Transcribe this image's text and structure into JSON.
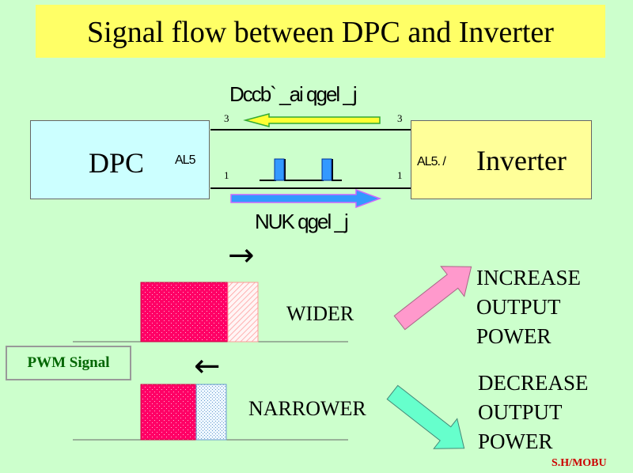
{
  "title": "Signal flow between DPC and Inverter",
  "dpc": {
    "label": "DPC",
    "pin": "AL5"
  },
  "inverter": {
    "label": "Inverter",
    "pin": "AL5. /"
  },
  "lines": {
    "top_left_num": "3",
    "top_right_num": "3",
    "bottom_left_num": "1",
    "bottom_right_num": "1"
  },
  "top_signal_label": "Dccb` _ai  qgel _j",
  "bottom_signal_label": "NUK  qgel _j",
  "wider": {
    "arrow": "→",
    "label": "WIDER",
    "result": "INCREASE\nOUTPUT\nPOWER"
  },
  "narrower": {
    "arrow": "←",
    "label": "NARROWER",
    "result": "DECREASE\nOUTPUT\nPOWER"
  },
  "pwm_label": "PWM Signal",
  "credit": "S.H/MOBU",
  "colors": {
    "background": "#ccffcc",
    "title_bg": "#ffff66",
    "dpc_box": "#ccffff",
    "inverter_box": "#ffff99",
    "pulse": "#ff0066",
    "wider_hatch": "#ff9999",
    "narrower_hatch": "#99ccff",
    "up_arrow": "#ff99cc",
    "down_arrow": "#66ffcc",
    "top_arrow": "#ffff33",
    "bottom_arrow": "#3399ff"
  }
}
